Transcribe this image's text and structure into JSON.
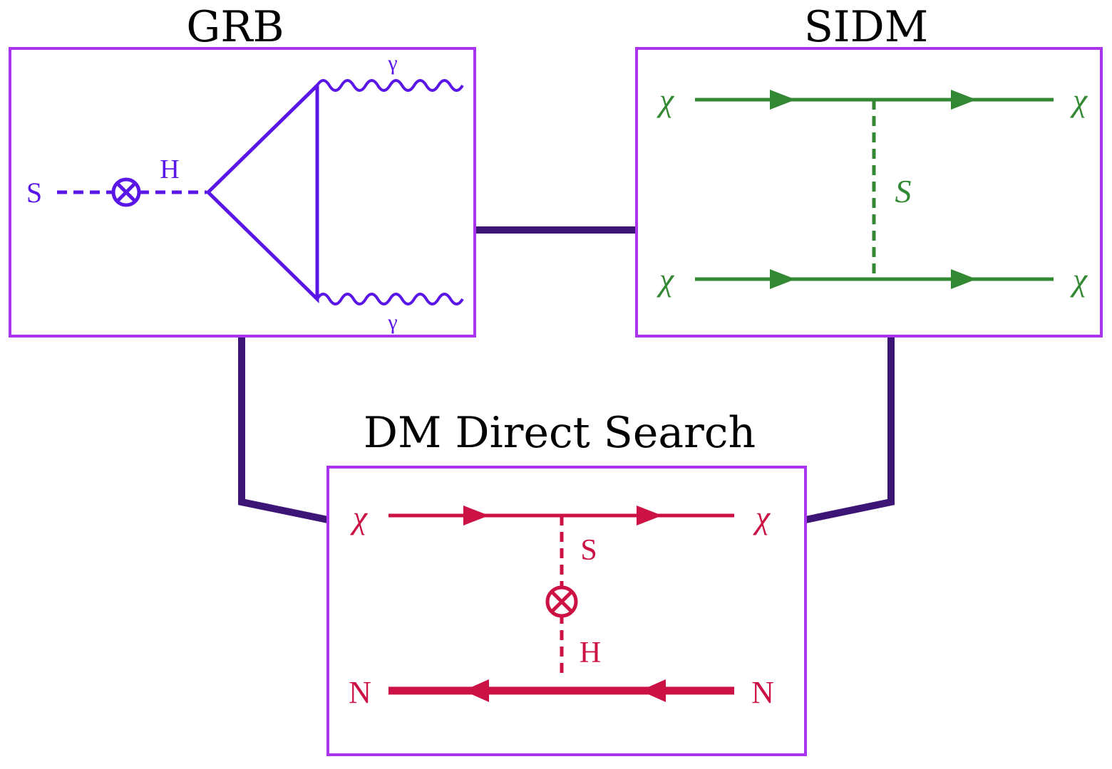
{
  "titles": {
    "grb": "GRB",
    "sidm": "SIDM",
    "dm": "DM Direct Search"
  },
  "labels": {
    "grb_s": "S",
    "grb_h": "H",
    "grb_gamma_top": "γ",
    "grb_gamma_bottom": "γ",
    "sidm_chi_tl": "χ",
    "sidm_chi_tr": "χ",
    "sidm_chi_bl": "χ",
    "sidm_chi_br": "χ",
    "sidm_s": "S",
    "dm_chi_l": "χ",
    "dm_chi_r": "χ",
    "dm_s": "S",
    "dm_h": "H",
    "dm_n_l": "N",
    "dm_n_r": "N"
  },
  "colors": {
    "box_border": "#aa33ee",
    "connector": "#3d1577",
    "grb": "#5a16e6",
    "sidm": "#338833",
    "dm": "#cc1144",
    "title": "#000000"
  },
  "icons": {
    "mixing_vertex": "circle-times-icon",
    "arrow": "triangle-arrow-icon",
    "photon": "wavy-line-icon"
  }
}
